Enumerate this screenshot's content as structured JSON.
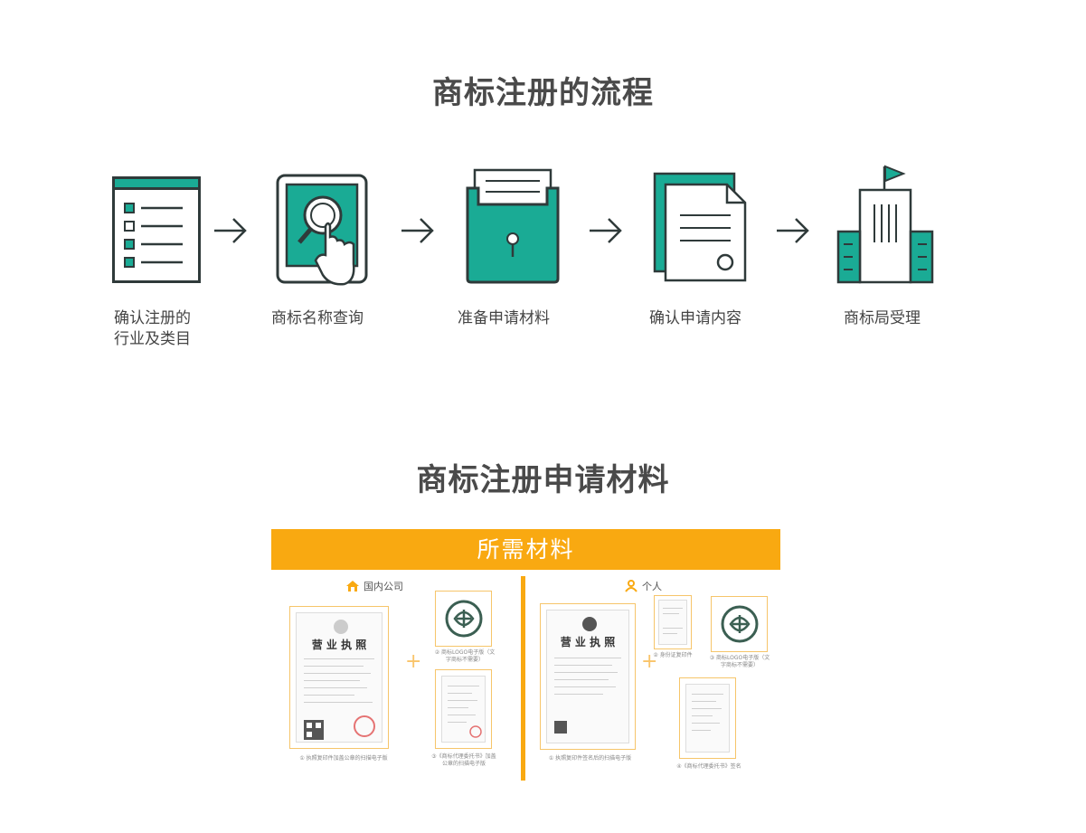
{
  "process": {
    "title": "商标注册的流程",
    "steps": [
      {
        "label_line1": "确认注册的",
        "label_line2": "行业及类目",
        "icon": "checklist-icon"
      },
      {
        "label_line1": "商标名称查询",
        "label_line2": "",
        "icon": "search-tablet-icon"
      },
      {
        "label_line1": "准备申请材料",
        "label_line2": "",
        "icon": "folder-lock-icon"
      },
      {
        "label_line1": "确认申请内容",
        "label_line2": "",
        "icon": "document-seal-icon"
      },
      {
        "label_line1": "商标局受理",
        "label_line2": "",
        "icon": "office-building-icon"
      }
    ]
  },
  "materials": {
    "title": "商标注册申请材料",
    "banner": "所需材料",
    "company": {
      "heading": "国内公司",
      "license_title": "营 业 执 照",
      "cap_license": "① 执照复印件加盖公章的扫描电子版",
      "cap_logo": "② 商标LOGO电子版（文字商标不需要）",
      "cap_power": "③《商标代理委托书》加盖公章的扫描电子版"
    },
    "individual": {
      "heading": "个人",
      "license_title": "营 业 执 照",
      "cap_license": "① 执照复印件签名后的扫描电子版",
      "cap_id": "② 身份证复印件",
      "cap_logo": "③ 商标LOGO电子版（文字商标不需要）",
      "cap_power": "④《商标代理委托书》签名"
    }
  },
  "colors": {
    "teal": "#1aab95",
    "dark": "#2f3a3a",
    "orange": "#f9a911"
  }
}
